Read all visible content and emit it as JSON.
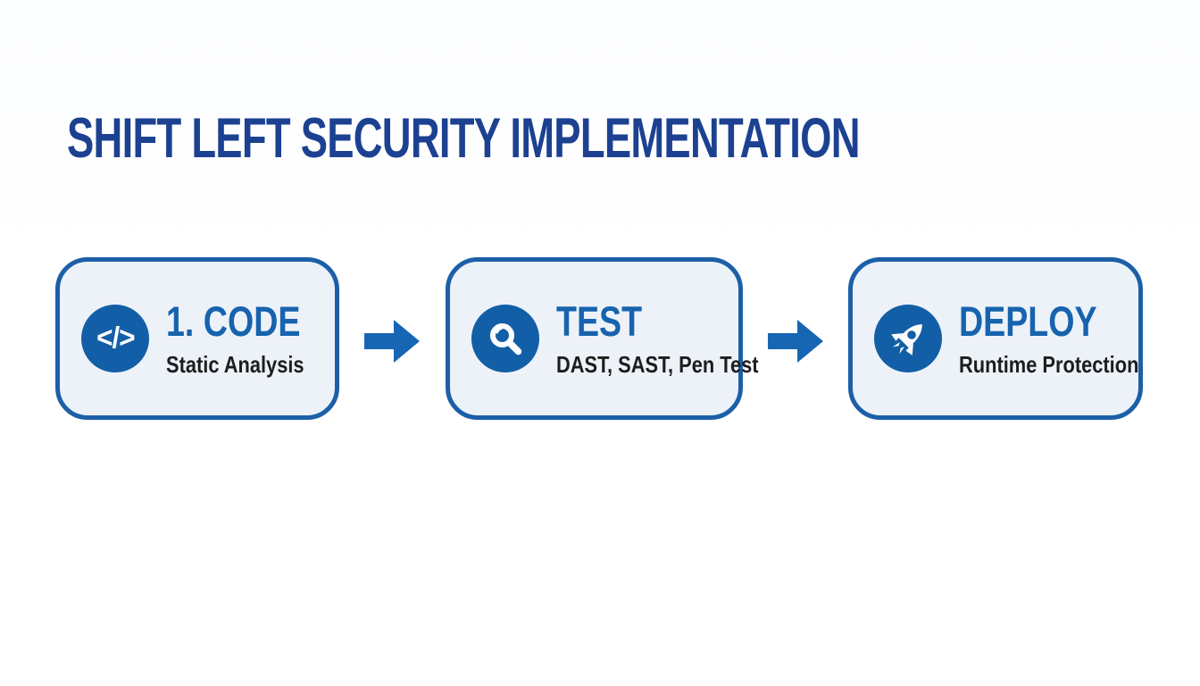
{
  "title": "SHIFT LEFT SECURITY IMPLEMENTATION",
  "colors": {
    "title": "#1c4191",
    "heading": "#1763ae",
    "card_border": "#1c5fa9",
    "card_fill": "#edf2f9",
    "icon_background": "#135fa7",
    "icon_glyph": "#ffffff",
    "arrow": "#1766b4",
    "subtitle": "#1d1d1d",
    "page_background": "#fdfeff"
  },
  "steps": [
    {
      "heading": "1. CODE",
      "subtitle": "Static Analysis",
      "icon": "code-icon",
      "icon_glyph": "</>"
    },
    {
      "heading": "TEST",
      "subtitle": "DAST, SAST, Pen Test",
      "icon": "magnifier-icon"
    },
    {
      "heading": "DEPLOY",
      "subtitle": "Runtime Protection",
      "icon": "rocket-icon"
    }
  ],
  "connectors": [
    {
      "type": "arrow-right"
    },
    {
      "type": "arrow-right"
    }
  ]
}
